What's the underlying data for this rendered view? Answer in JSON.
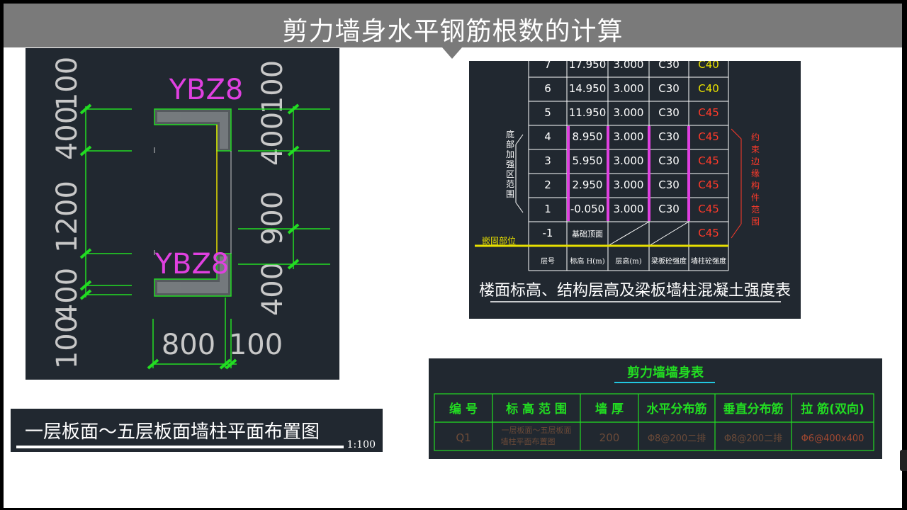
{
  "slide": {
    "title": "剪力墙身水平钢筋根数的计算"
  },
  "plan": {
    "label_top": "YBZ8",
    "label_bottom": "YBZ8",
    "left_dims": [
      "100",
      "400",
      "1200",
      "400",
      "100"
    ],
    "right_dims": [
      "100",
      "400",
      "900",
      "400"
    ],
    "bottom_dims": [
      "800",
      "100"
    ],
    "caption": "一层板面～五层板面墙柱平面布置图",
    "scale": "1:100"
  },
  "floor_table": {
    "rows": [
      {
        "floor": "7",
        "elev": "17.950",
        "height": "3.000",
        "beam": "C30",
        "wall": "C40"
      },
      {
        "floor": "6",
        "elev": "14.950",
        "height": "3.000",
        "beam": "C30",
        "wall": "C40"
      },
      {
        "floor": "5",
        "elev": "11.950",
        "height": "3.000",
        "beam": "C30",
        "wall": "C45"
      },
      {
        "floor": "4",
        "elev": "8.950",
        "height": "3.000",
        "beam": "C30",
        "wall": "C45"
      },
      {
        "floor": "3",
        "elev": "5.950",
        "height": "3.000",
        "beam": "C30",
        "wall": "C45"
      },
      {
        "floor": "2",
        "elev": "2.950",
        "height": "3.000",
        "beam": "C30",
        "wall": "C45"
      },
      {
        "floor": "1",
        "elev": "-0.050",
        "height": "3.000",
        "beam": "C30",
        "wall": "C45"
      },
      {
        "floor": "-1",
        "elev": "基础顶面",
        "height": "",
        "beam": "",
        "wall": "C45"
      }
    ],
    "headers": [
      "层号",
      "标高 H(m)",
      "层高(m)",
      "梁板砼强度",
      "墙柱砼强度"
    ],
    "left_note": "底部加强区范围",
    "right_note": "约束边缘构件范围",
    "embed_note": "嵌固部位",
    "caption": "楼面标高、结构层高及梁板墙柱混凝土强度表"
  },
  "wall_table": {
    "title": "剪力墙墙身表",
    "headers": [
      "编 号",
      "标 高 范 围",
      "墙 厚",
      "水平分布筋",
      "垂直分布筋",
      "拉 筋(双向)"
    ],
    "row": [
      "Q1",
      "一层板面～五层板面",
      "墙柱平面布置图",
      "200",
      "Φ8@200二排",
      "Φ8@200二排",
      "Φ6@400x400"
    ]
  },
  "colors": {
    "cad_bg": "#212830",
    "green": "#22dd22",
    "magenta": "#e040e0",
    "yellow": "#e8e000",
    "red": "#ff3a2a"
  }
}
